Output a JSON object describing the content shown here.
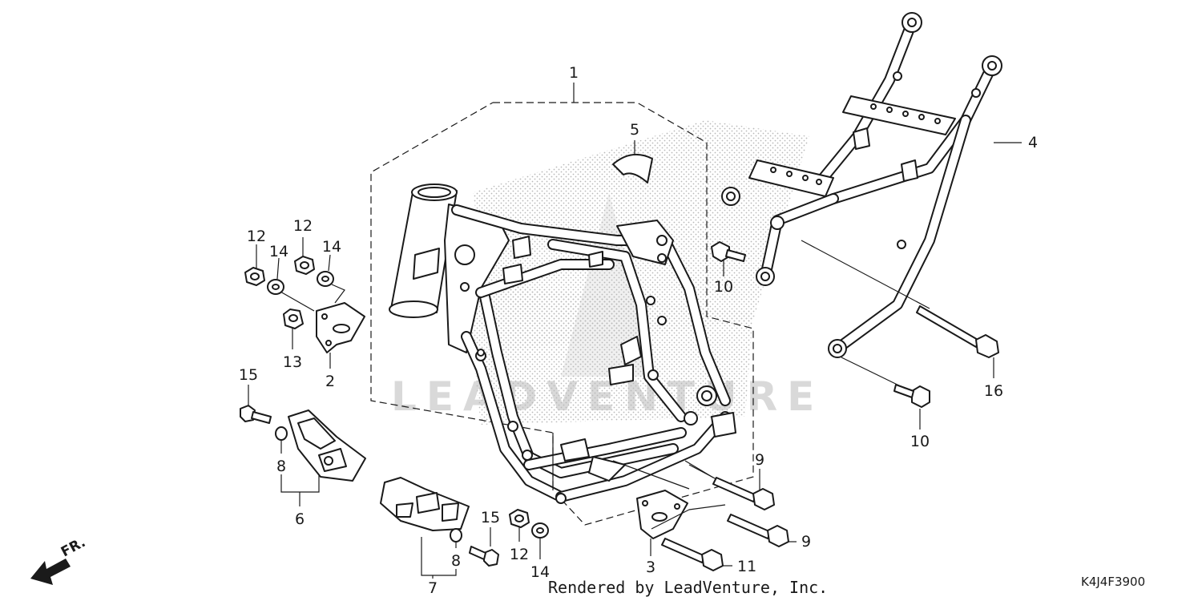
{
  "diagram": {
    "callouts": {
      "c1": "1",
      "c2": "2",
      "c3": "3",
      "c4": "4",
      "c5": "5",
      "c6": "6",
      "c7": "7",
      "c8a": "8",
      "c8b": "8",
      "c9a": "9",
      "c9b": "9",
      "c10a": "10",
      "c10b": "10",
      "c11": "11",
      "c12a": "12",
      "c12b": "12",
      "c12c": "12",
      "c13": "13",
      "c14a": "14",
      "c14b": "14",
      "c14c": "14",
      "c15a": "15",
      "c15b": "15",
      "c16": "16"
    },
    "direction_label": "FR.",
    "diagram_code": "K4J4F3900",
    "credit": "Rendered by LeadVenture, Inc.",
    "watermark": "LEADVENTURE"
  }
}
